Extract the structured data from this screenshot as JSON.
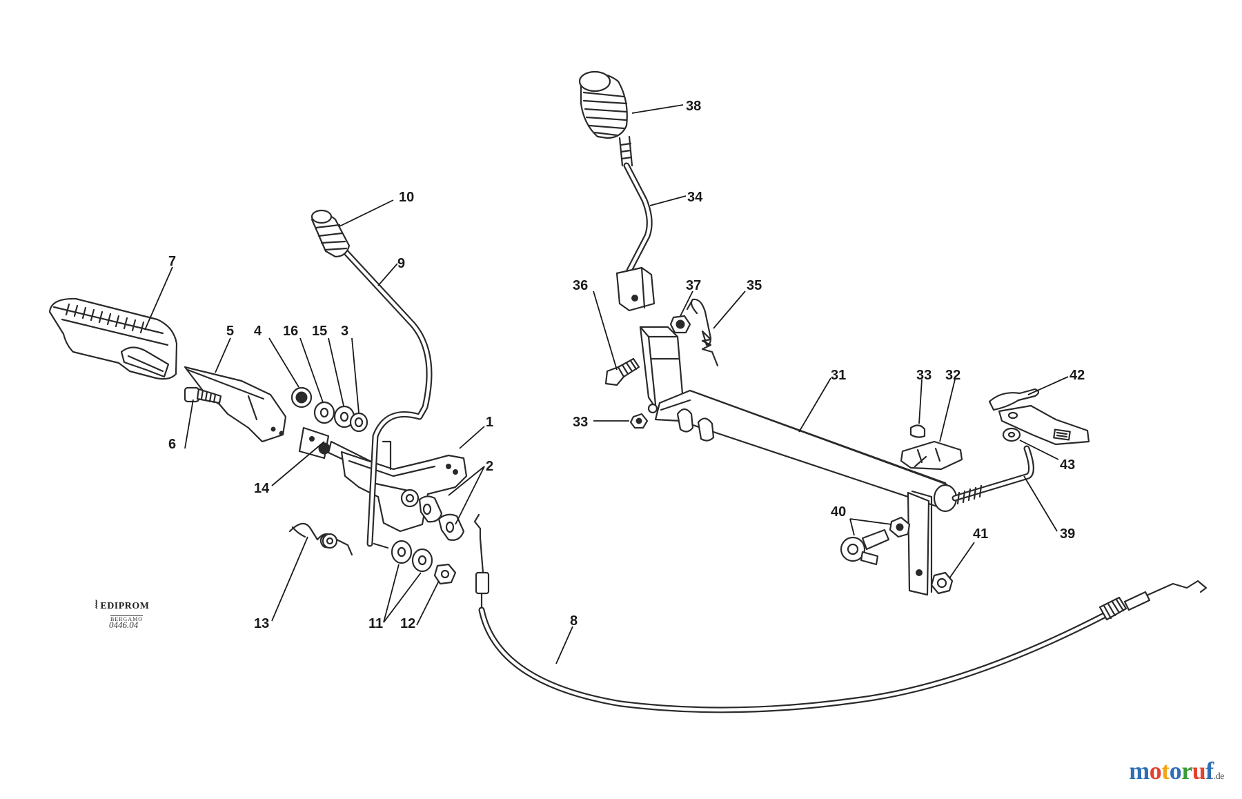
{
  "diagram": {
    "callouts": [
      "1",
      "2",
      "3",
      "4",
      "5",
      "6",
      "7",
      "8",
      "9",
      "10",
      "11",
      "12",
      "13",
      "14",
      "15",
      "16",
      "31",
      "32",
      "33",
      "33",
      "34",
      "35",
      "36",
      "37",
      "38",
      "39",
      "40",
      "41",
      "42",
      "43"
    ]
  },
  "footer": {
    "publisher_logo_text": "EDIPROM",
    "publisher_logo_sub": "BERGAMO",
    "drawing_code": "0446.04",
    "watermark": {
      "segments": [
        {
          "text": "m",
          "color": "#2f6fb5"
        },
        {
          "text": "o",
          "color": "#e1432f"
        },
        {
          "text": "t",
          "color": "#f2a516"
        },
        {
          "text": "o",
          "color": "#2f6fb5"
        },
        {
          "text": "r",
          "color": "#3a9c3a"
        },
        {
          "text": "u",
          "color": "#e1432f"
        },
        {
          "text": "f",
          "color": "#2f6fb5"
        }
      ],
      "tld": ".de"
    }
  }
}
